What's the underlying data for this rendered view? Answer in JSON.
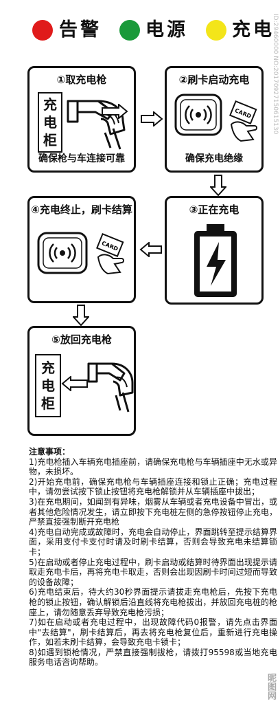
{
  "legend": [
    {
      "label": "告警",
      "color": "#e01b1b"
    },
    {
      "label": "电源",
      "color": "#1a9a3a"
    },
    {
      "label": "充电",
      "color": "#f3e51a"
    }
  ],
  "steps": {
    "s1": {
      "title": "①取充电枪",
      "cabinet": [
        "充",
        "电",
        "柜"
      ],
      "note": "确保枪与车连接可靠"
    },
    "s2": {
      "title": "②刷卡启动充电",
      "card_text": "CARD",
      "note": "确保充电绝缘"
    },
    "s3": {
      "title": "③正在充电"
    },
    "s4": {
      "title": "④充电终止，刷卡结算",
      "card_text": "CARD"
    },
    "s5": {
      "title": "⑤放回充电枪",
      "cabinet": [
        "充",
        "电",
        "柜"
      ]
    }
  },
  "notes": {
    "heading": "注意事项：",
    "items": [
      "1)充电枪插入车辆充电插座前，请确保充电枪与车辆插座中无水或异物，未损坏。",
      "2)开始充电前，确保充电枪与车辆插座连接和锁止正确；充电过程中，请勿尝试按下锁止按钮将充电枪解锁并从车辆插座中拔出；",
      "3)在充电期间，如闻到有异味，烟雾从车辆或者充电设备中冒出，或者其他危险情况发生，请立即按下充电桩左侧的急停按钮停止充电，严禁直接强制断开充电枪",
      "4)充电自动完成或故障时，充电会自动停止，界面跳转至提示结算界面，采用支付卡支付时请及时刷卡结算，否则会导致充电未结算锁卡；",
      "5)在启动或者停止充电过程中，刷卡启动或结算时待界面出现提示请取走充电卡后，再将充电卡取走，否则会出现因刷卡时间过短而导致的设备故障；",
      "6)充电结束后，待大约30秒界面提示请拔走充电枪后，先按下充电枪的锁止按钮，确认解锁后沿直线将充电枪拔出，并放回充电桩的枪座上，请勿随意丢弃导致充电枪污损；",
      "7)如在启动或者充电过程中，出现故障代码0报警，请先点击界面中\"去结算\"，刷卡结算后，再去将充电枪复位后，重新进行充电操作，如若未刷卡结算，会导致充电卡锁卡；",
      "8)如遇到锁枪情况，严禁直接强制拔枪，请拨打95598或当地充电服务电话咨询帮助。"
    ]
  },
  "watermark": "ID:29460000 NO:20170927150615130",
  "brand": "昵图网"
}
